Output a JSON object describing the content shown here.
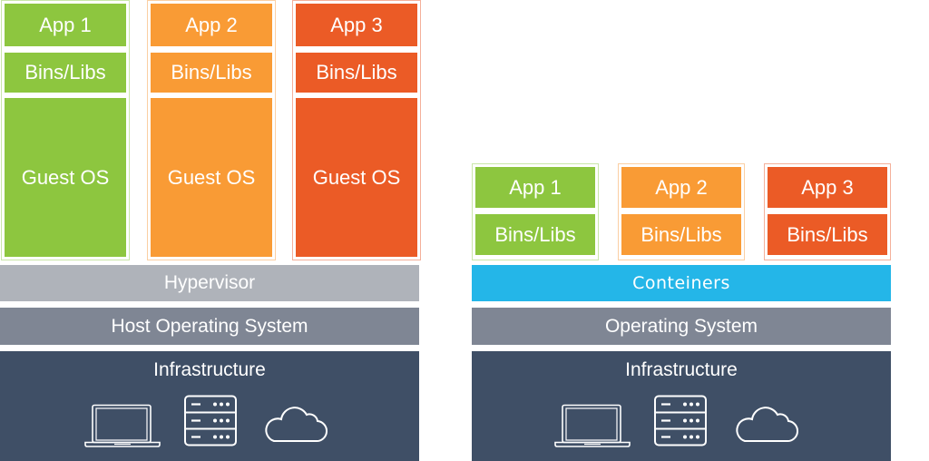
{
  "colors": {
    "green": "#8dc63f",
    "green_border": "#c9e6a8",
    "orange": "#f99b35",
    "orange_border": "#fbcfa3",
    "red": "#eb5b26",
    "red_border": "#f4b09a",
    "hypervisor": "#afb3ba",
    "containers": "#24b6e8",
    "os": "#7f8694",
    "infrastructure": "#3f4f66"
  },
  "vm_stack": {
    "apps": [
      {
        "app": "App 1",
        "libs": "Bins/Libs",
        "os": "Guest OS"
      },
      {
        "app": "App 2",
        "libs": "Bins/Libs",
        "os": "Guest OS"
      },
      {
        "app": "App 3",
        "libs": "Bins/Libs",
        "os": "Guest OS"
      }
    ],
    "hypervisor": "Hypervisor",
    "host_os": "Host Operating System",
    "infrastructure": "Infrastructure",
    "icons": [
      "laptop-icon",
      "server-icon",
      "cloud-icon"
    ]
  },
  "container_stack": {
    "apps": [
      {
        "app": "App 1",
        "libs": "Bins/Libs"
      },
      {
        "app": "App 2",
        "libs": "Bins/Libs"
      },
      {
        "app": "App 3",
        "libs": "Bins/Libs"
      }
    ],
    "containers": "Conteiners",
    "os": "Operating System",
    "infrastructure": "Infrastructure",
    "icons": [
      "laptop-icon",
      "server-icon",
      "cloud-icon"
    ]
  }
}
